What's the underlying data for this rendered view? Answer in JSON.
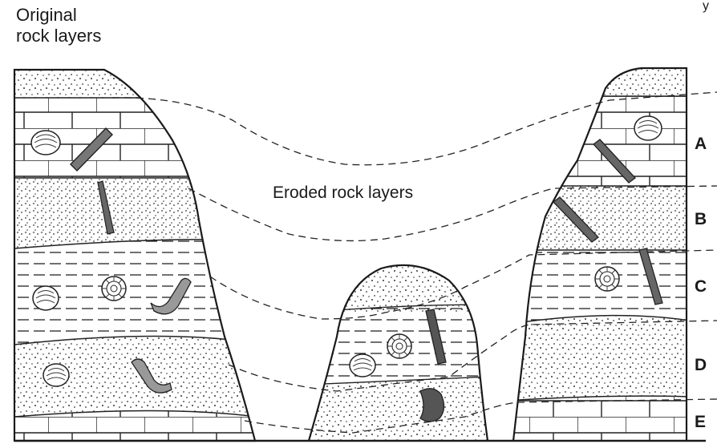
{
  "title": {
    "line1": "Original",
    "line2": "rock layers"
  },
  "eroded_label": "Eroded rock layers",
  "layer_labels": [
    "A",
    "B",
    "C",
    "D",
    "E"
  ],
  "stray_mark": "y"
}
